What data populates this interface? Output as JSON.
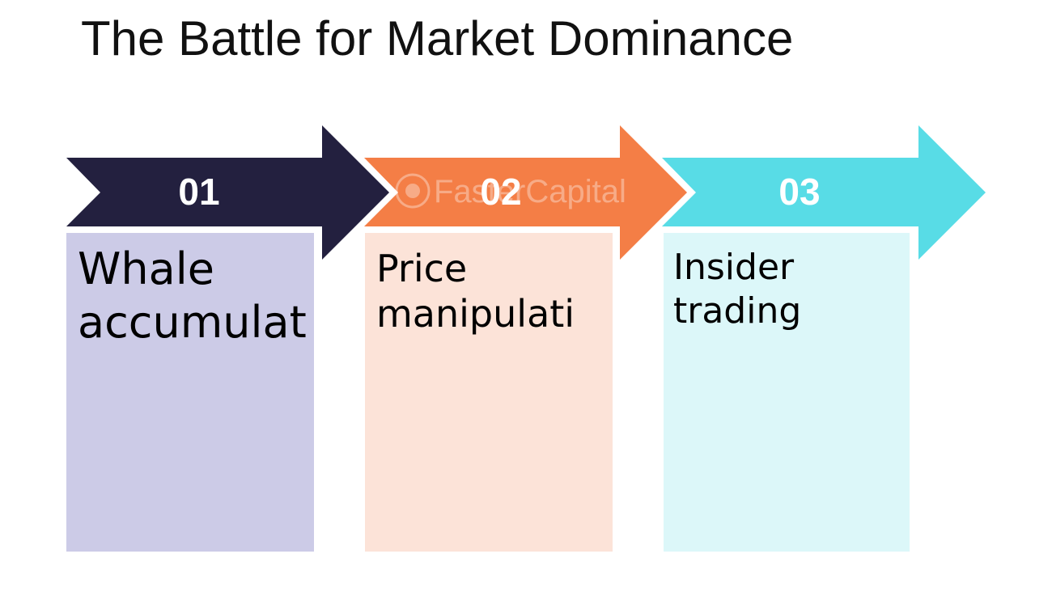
{
  "title": "The Battle for Market Dominance",
  "watermark": "FasterCapital",
  "steps": [
    {
      "number": "01",
      "label": "Whale accumulat",
      "arrow_color": "#23203F",
      "box_color": "#CCCBE7"
    },
    {
      "number": "02",
      "label": "Price manipulati",
      "arrow_color": "#F47E46",
      "box_color": "#FCE3D8"
    },
    {
      "number": "03",
      "label": "Insider trading",
      "arrow_color": "#58DCE6",
      "box_color": "#DCF7F9"
    }
  ]
}
